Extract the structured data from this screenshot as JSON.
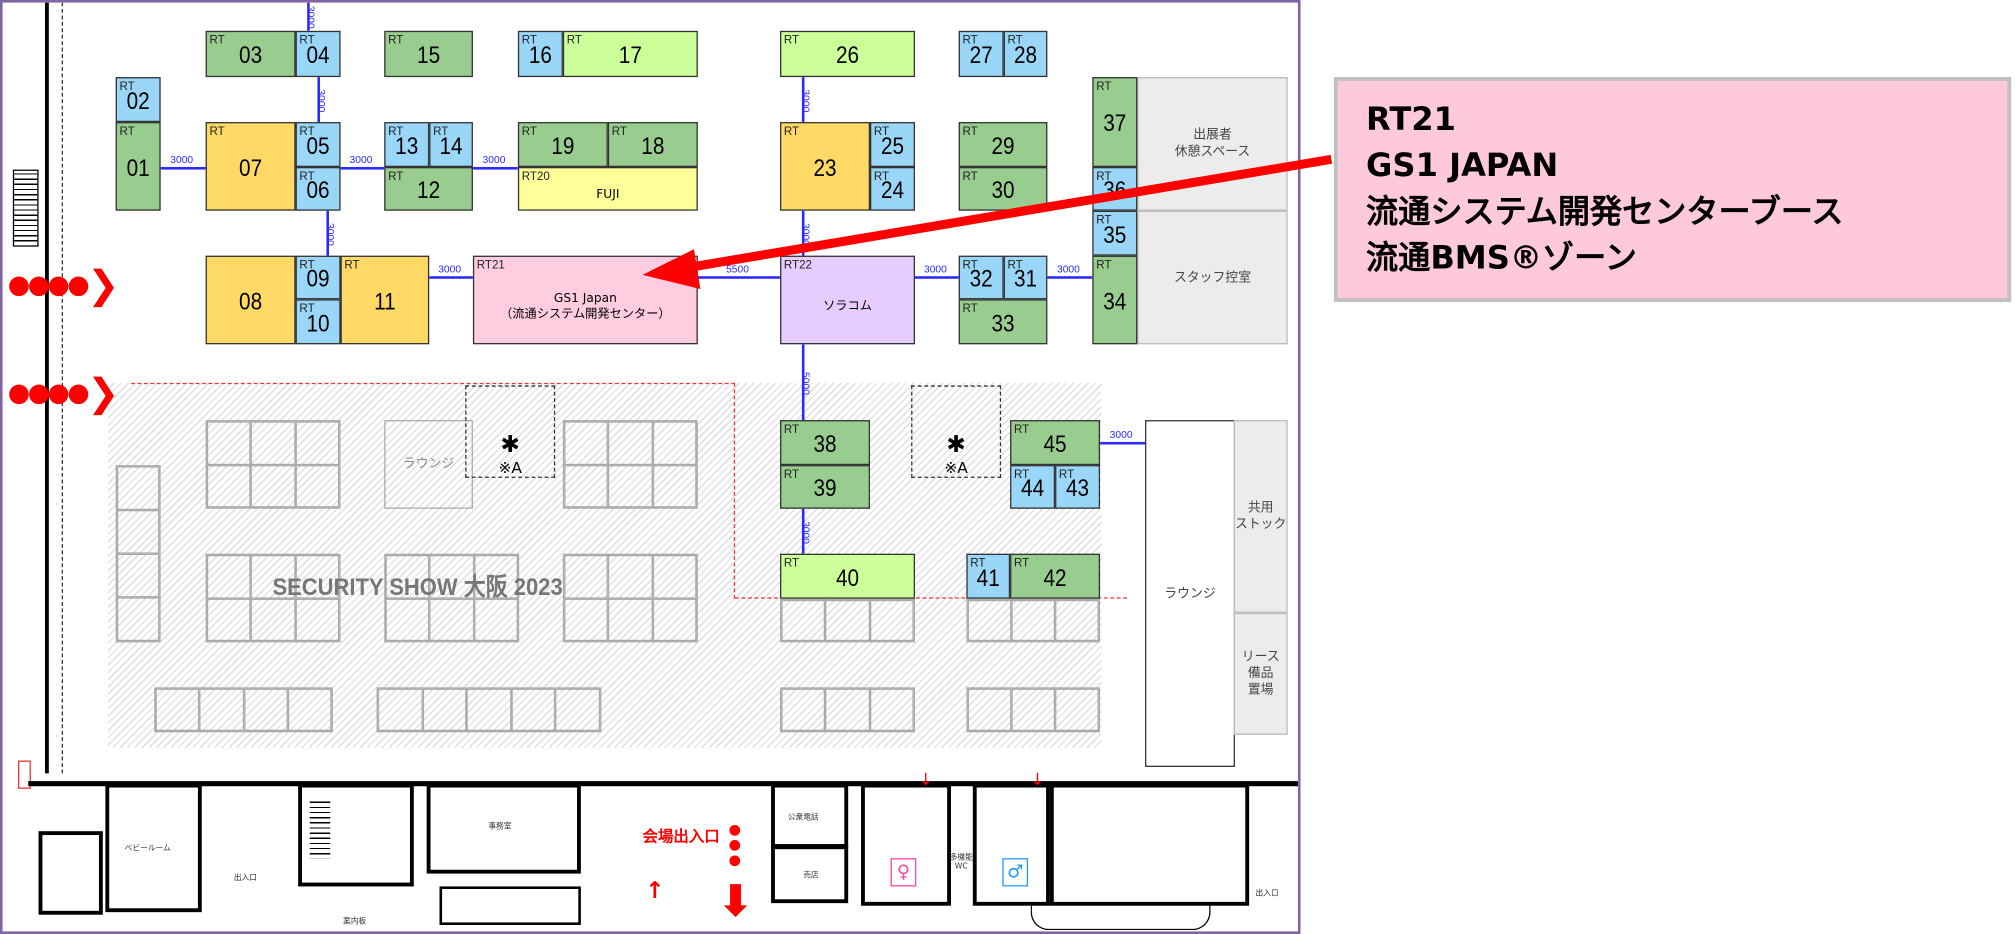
{
  "booths": [
    {
      "rt": "RT",
      "num": "03",
      "color": "#99cc8f"
    },
    {
      "rt": "RT",
      "num": "04",
      "color": "#99d6f7"
    },
    {
      "rt": "RT",
      "num": "15",
      "color": "#99cc8f"
    },
    {
      "rt": "RT",
      "num": "16",
      "color": "#99d6f7"
    },
    {
      "rt": "RT",
      "num": "17",
      "color": "#ccff99"
    },
    {
      "rt": "RT",
      "num": "26",
      "color": "#ccff99"
    },
    {
      "rt": "RT",
      "num": "27",
      "color": "#99d6f7"
    },
    {
      "rt": "RT",
      "num": "28",
      "color": "#99d6f7"
    },
    {
      "rt": "RT",
      "num": "02",
      "color": "#99d6f7"
    },
    {
      "rt": "RT",
      "num": "01",
      "color": "#99cc8f"
    },
    {
      "rt": "RT",
      "num": "07",
      "color": "#ffd966"
    },
    {
      "rt": "RT",
      "num": "05",
      "color": "#99d6f7"
    },
    {
      "rt": "RT",
      "num": "06",
      "color": "#99d6f7"
    },
    {
      "rt": "RT",
      "num": "13",
      "color": "#99d6f7"
    },
    {
      "rt": "RT",
      "num": "14",
      "color": "#99d6f7"
    },
    {
      "rt": "RT",
      "num": "12",
      "color": "#99cc8f"
    },
    {
      "rt": "RT",
      "num": "19",
      "color": "#99cc8f"
    },
    {
      "rt": "RT",
      "num": "18",
      "color": "#99cc8f"
    },
    {
      "rt": "RT20",
      "name": [
        "FUJI"
      ],
      "color": "#ffff99"
    },
    {
      "rt": "RT",
      "num": "23",
      "color": "#ffd966"
    },
    {
      "rt": "RT",
      "num": "25",
      "color": "#99d6f7"
    },
    {
      "rt": "RT",
      "num": "24",
      "color": "#99d6f7"
    },
    {
      "rt": "RT",
      "num": "29",
      "color": "#99cc8f"
    },
    {
      "rt": "RT",
      "num": "30",
      "color": "#99cc8f"
    },
    {
      "rt": "RT",
      "num": "37",
      "color": "#99cc8f"
    },
    {
      "rt": "RT",
      "num": "36",
      "color": "#99d6f7"
    },
    {
      "rt": "RT",
      "num": "35",
      "color": "#99d6f7"
    },
    {
      "rt": "RT",
      "num": "34",
      "color": "#99cc8f"
    },
    {
      "rt": "",
      "num": "08",
      "color": "#ffd966"
    },
    {
      "rt": "RT",
      "num": "09",
      "color": "#99d6f7"
    },
    {
      "rt": "RT",
      "num": "10",
      "color": "#99d6f7"
    },
    {
      "rt": "RT",
      "num": "11",
      "color": "#ffd966"
    },
    {
      "rt": "RT21",
      "name": [
        "GS1 Japan",
        "（流通システム開発センター）"
      ],
      "color": "#ffcce0"
    },
    {
      "rt": "RT22",
      "name": [
        "ソラコム"
      ],
      "color": "#e6ccff"
    },
    {
      "rt": "RT",
      "num": "32",
      "color": "#99d6f7"
    },
    {
      "rt": "RT",
      "num": "31",
      "color": "#99d6f7"
    },
    {
      "rt": "RT",
      "num": "33",
      "color": "#99cc8f"
    },
    {
      "rt": "RT",
      "num": "38",
      "color": "#99cc8f"
    },
    {
      "rt": "RT",
      "num": "39",
      "color": "#99cc8f"
    },
    {
      "rt": "RT",
      "num": "45",
      "color": "#99cc8f"
    },
    {
      "rt": "RT",
      "num": "44",
      "color": "#99d6f7"
    },
    {
      "rt": "RT",
      "num": "43",
      "color": "#99d6f7"
    },
    {
      "rt": "RT",
      "num": "40",
      "color": "#ccff99"
    },
    {
      "rt": "RT",
      "num": "41",
      "color": "#99d6f7"
    },
    {
      "rt": "RT",
      "num": "42",
      "color": "#99cc8f"
    }
  ],
  "dimensions": [
    "3000",
    "3000",
    "3000",
    "3000",
    "5500",
    "3000",
    "3000",
    "3000",
    "3000",
    "3000",
    "3000",
    "3000",
    "3000",
    "5000",
    "3000"
  ],
  "areas": {
    "exhibitor_rest": "出展者\n休憩スペース",
    "staff_room": "スタッフ控室",
    "lounge_right": "ラウンジ",
    "shared_stock": "共用\nストック",
    "lease_storage": "リース\n備品\n置場",
    "lounge_left": "ラウンジ",
    "mark_a1": "※A",
    "mark_a2": "※A",
    "watermark": "SECURITY SHOW 大阪 2023"
  },
  "facilities": {
    "baby_room": "ベビールーム",
    "office": "事務室",
    "entrance": "会場出入口",
    "payphone": "公衆電話",
    "shop": "売店",
    "exit1": "出入口",
    "exit2": "出入口",
    "info_board": "案内板",
    "wc": "多機能\nWC"
  },
  "callout": {
    "lines": [
      "RT21",
      "GS1 JAPAN",
      "流通システム開発センターブース",
      "流通BMS®ゾーン"
    ],
    "background": "#ffc9dc"
  },
  "colors": {
    "arrow": "#ff0000",
    "dimension": "#2a2aff",
    "border": "#8064a2"
  }
}
